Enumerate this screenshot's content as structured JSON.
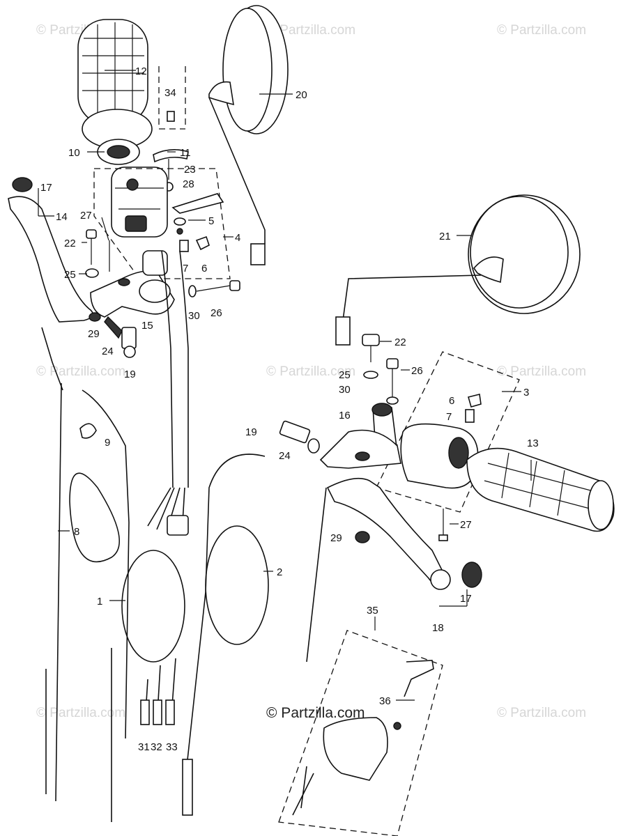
{
  "watermarks": {
    "top_left": "© Partzilla.com",
    "top_center": "© Partzilla.com",
    "top_right": "© Partzilla.com",
    "mid_left": "© Partzilla.com",
    "mid_center": "© Partzilla.com",
    "mid_right": "© Partzilla.com",
    "low_left": "© Partzilla.com",
    "low_center": "© Partzilla.com",
    "low_right": "© Partzilla.com"
  },
  "callouts": {
    "p1": "1",
    "p2": "2",
    "p3": "3",
    "p4": "4",
    "p5": "5",
    "p6a": "6",
    "p6b": "6",
    "p7a": "7",
    "p7b": "7",
    "p8": "8",
    "p9": "9",
    "p10": "10",
    "p11": "11",
    "p12": "12",
    "p13": "13",
    "p14": "14",
    "p15": "15",
    "p16": "16",
    "p17a": "17",
    "p17b": "17",
    "p18": "18",
    "p19a": "19",
    "p19b": "19",
    "p20": "20",
    "p21": "21",
    "p22a": "22",
    "p22b": "22",
    "p23": "23",
    "p24a": "24",
    "p24b": "24",
    "p25a": "25",
    "p25b": "25",
    "p26a": "26",
    "p26b": "26",
    "p27a": "27",
    "p27b": "27",
    "p28": "28",
    "p29a": "29",
    "p29b": "29",
    "p30a": "30",
    "p30b": "30",
    "p31": "31",
    "p32": "32",
    "p33": "33",
    "p34": "34",
    "p35": "35",
    "p36": "36"
  },
  "colors": {
    "ink": "#111111",
    "watermark": "#d6d6d6",
    "background": "#ffffff"
  }
}
